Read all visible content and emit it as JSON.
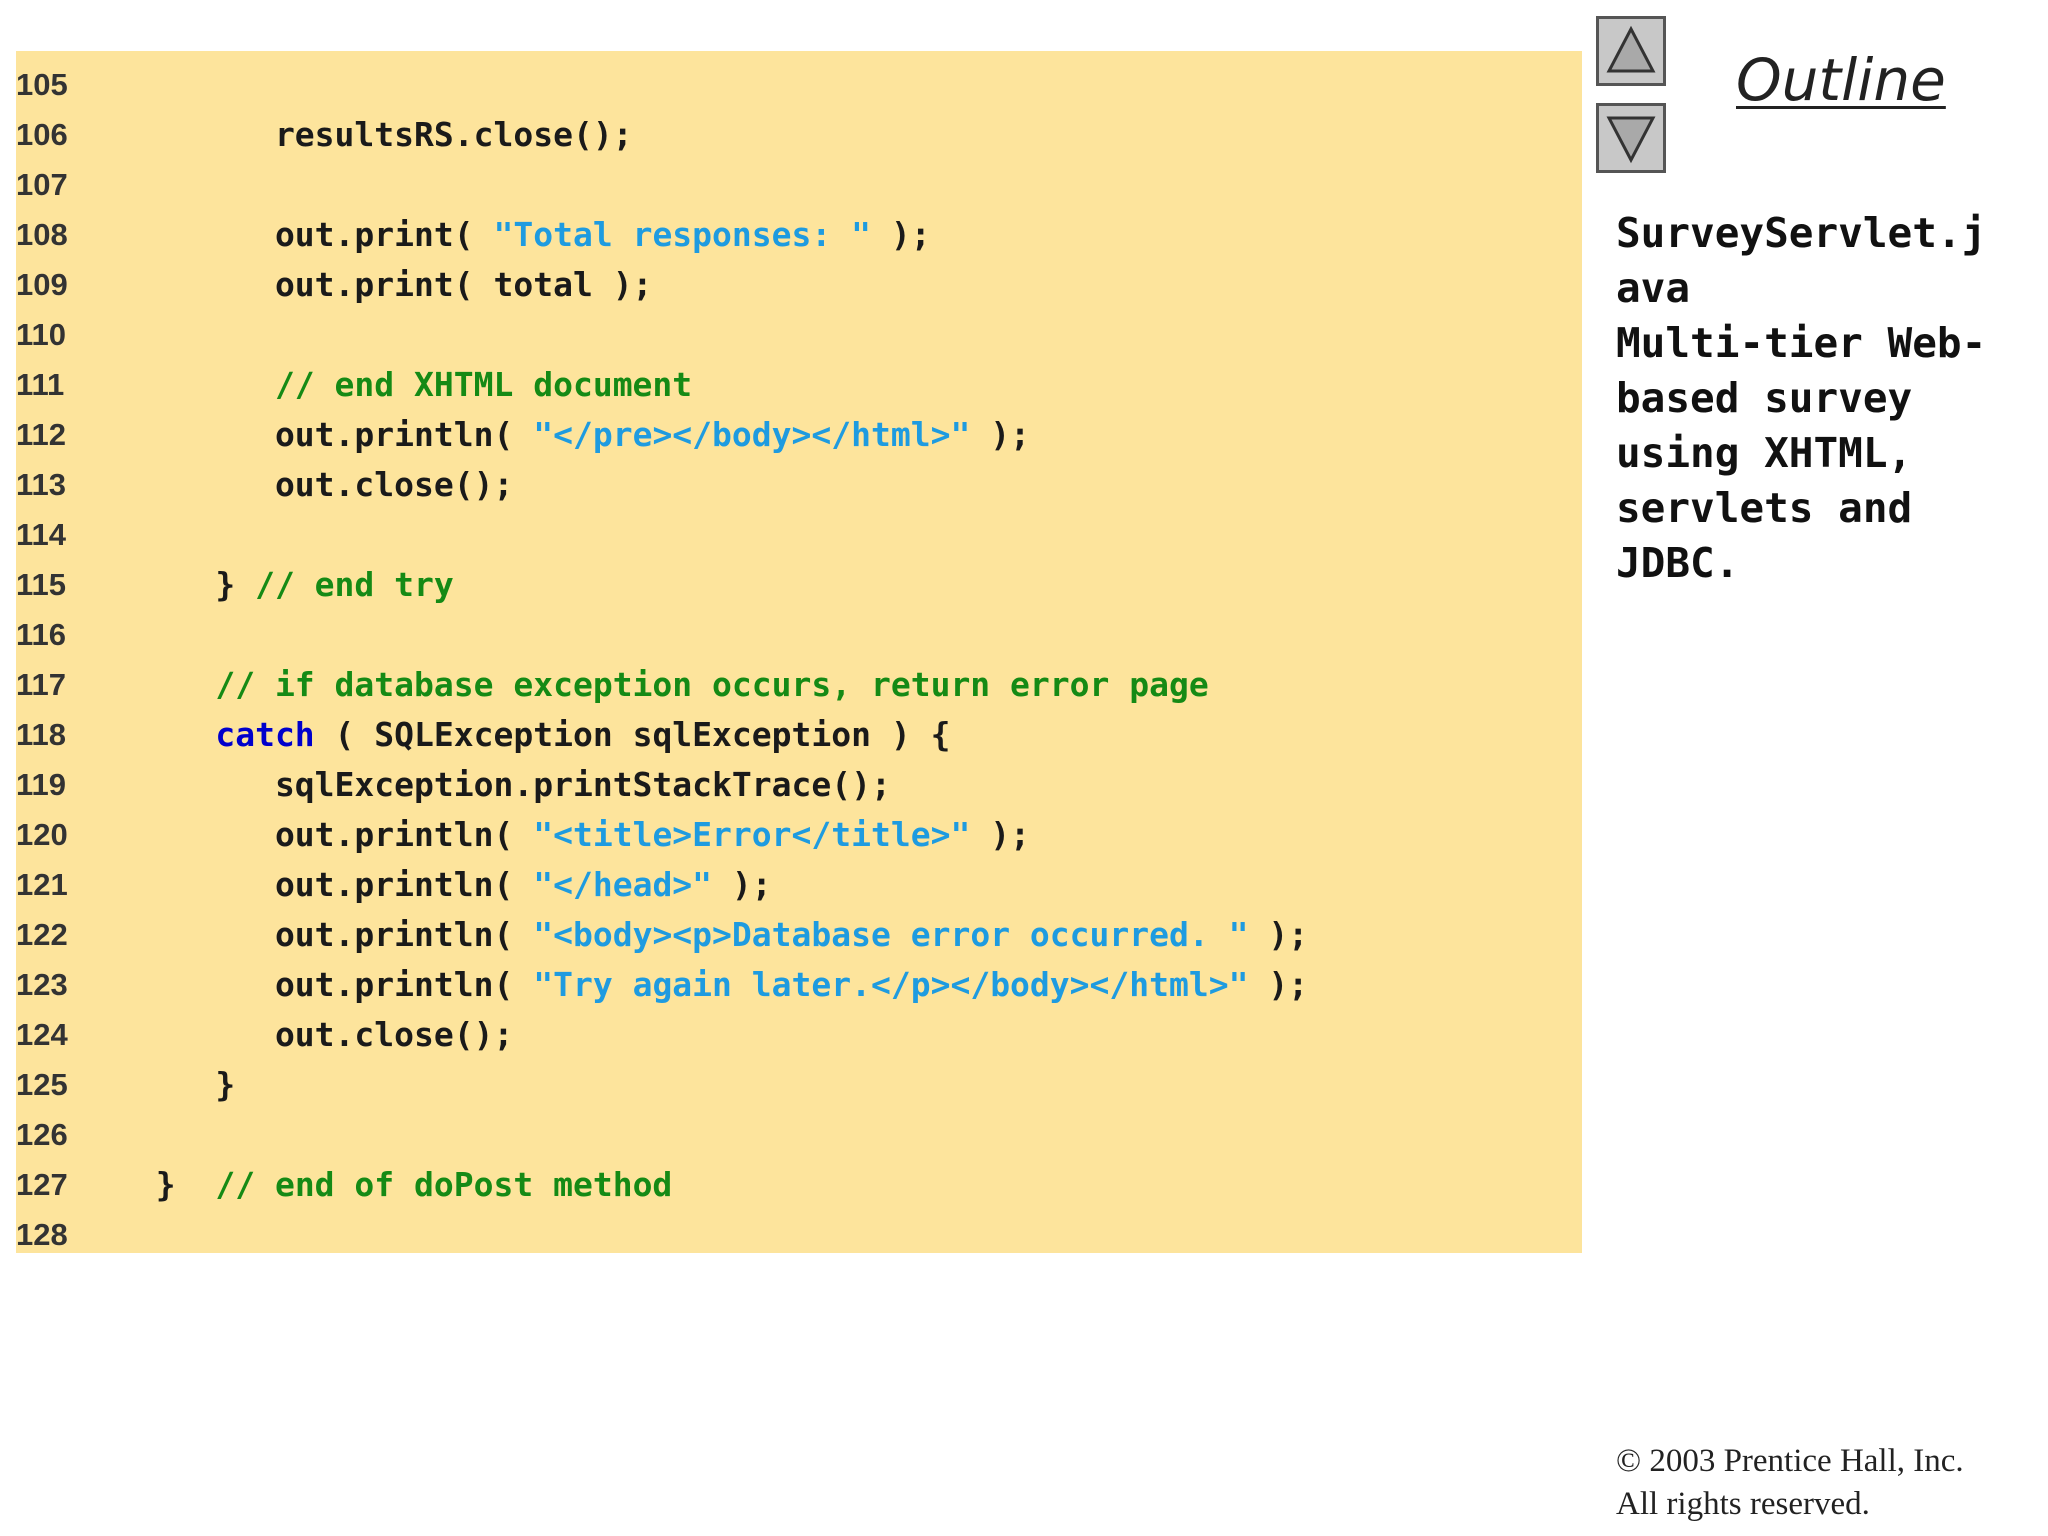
{
  "outline": {
    "title": "Outline"
  },
  "description": {
    "lines": [
      "SurveyServlet.j",
      "ava",
      "Multi-tier Web-",
      "based survey",
      "using XHTML,",
      "servlets and",
      "JDBC."
    ]
  },
  "copyright": {
    "line1": "© 2003 Prentice Hall, Inc.",
    "line2": "All rights reserved."
  },
  "colors": {
    "code_background": "#fde49c",
    "keyword": "#0000cc",
    "string": "#1e9be0",
    "comment": "#158a15"
  },
  "code": {
    "lines": [
      {
        "num": "105",
        "tokens": []
      },
      {
        "num": "106",
        "tokens": [
          {
            "t": "plain",
            "s": "        resultsRS.close();"
          }
        ]
      },
      {
        "num": "107",
        "tokens": []
      },
      {
        "num": "108",
        "tokens": [
          {
            "t": "plain",
            "s": "        out.print( "
          },
          {
            "t": "str",
            "s": "\"Total responses: \""
          },
          {
            "t": "plain",
            "s": " );"
          }
        ]
      },
      {
        "num": "109",
        "tokens": [
          {
            "t": "plain",
            "s": "        out.print( total );"
          }
        ]
      },
      {
        "num": "110",
        "tokens": []
      },
      {
        "num": "111",
        "tokens": [
          {
            "t": "com",
            "s": "        // end XHTML document"
          }
        ]
      },
      {
        "num": "112",
        "tokens": [
          {
            "t": "plain",
            "s": "        out.println( "
          },
          {
            "t": "str",
            "s": "\"</pre></body></html>\""
          },
          {
            "t": "plain",
            "s": " );"
          }
        ]
      },
      {
        "num": "113",
        "tokens": [
          {
            "t": "plain",
            "s": "        out.close();"
          }
        ]
      },
      {
        "num": "114",
        "tokens": []
      },
      {
        "num": "115",
        "tokens": [
          {
            "t": "plain",
            "s": "     } "
          },
          {
            "t": "com",
            "s": "// end try"
          }
        ]
      },
      {
        "num": "116",
        "tokens": []
      },
      {
        "num": "117",
        "tokens": [
          {
            "t": "com",
            "s": "     // if database exception occurs, return error page"
          }
        ]
      },
      {
        "num": "118",
        "tokens": [
          {
            "t": "kw",
            "s": "     catch"
          },
          {
            "t": "plain",
            "s": " ( SQLException sqlException ) {"
          }
        ]
      },
      {
        "num": "119",
        "tokens": [
          {
            "t": "plain",
            "s": "        sqlException.printStackTrace();"
          }
        ]
      },
      {
        "num": "120",
        "tokens": [
          {
            "t": "plain",
            "s": "        out.println( "
          },
          {
            "t": "str",
            "s": "\"<title>Error</title>\""
          },
          {
            "t": "plain",
            "s": " );"
          }
        ]
      },
      {
        "num": "121",
        "tokens": [
          {
            "t": "plain",
            "s": "        out.println( "
          },
          {
            "t": "str",
            "s": "\"</head>\""
          },
          {
            "t": "plain",
            "s": " );"
          }
        ]
      },
      {
        "num": "122",
        "tokens": [
          {
            "t": "plain",
            "s": "        out.println( "
          },
          {
            "t": "str",
            "s": "\"<body><p>Database error occurred. \""
          },
          {
            "t": "plain",
            "s": " );"
          }
        ]
      },
      {
        "num": "123",
        "tokens": [
          {
            "t": "plain",
            "s": "        out.println( "
          },
          {
            "t": "str",
            "s": "\"Try again later.</p></body></html>\""
          },
          {
            "t": "plain",
            "s": " );"
          }
        ]
      },
      {
        "num": "124",
        "tokens": [
          {
            "t": "plain",
            "s": "        out.close();"
          }
        ]
      },
      {
        "num": "125",
        "tokens": [
          {
            "t": "plain",
            "s": "     }"
          }
        ]
      },
      {
        "num": "126",
        "tokens": []
      },
      {
        "num": "127",
        "tokens": [
          {
            "t": "plain",
            "s": "  }  "
          },
          {
            "t": "com",
            "s": "// end of doPost method"
          }
        ]
      },
      {
        "num": "128",
        "tokens": []
      }
    ]
  }
}
